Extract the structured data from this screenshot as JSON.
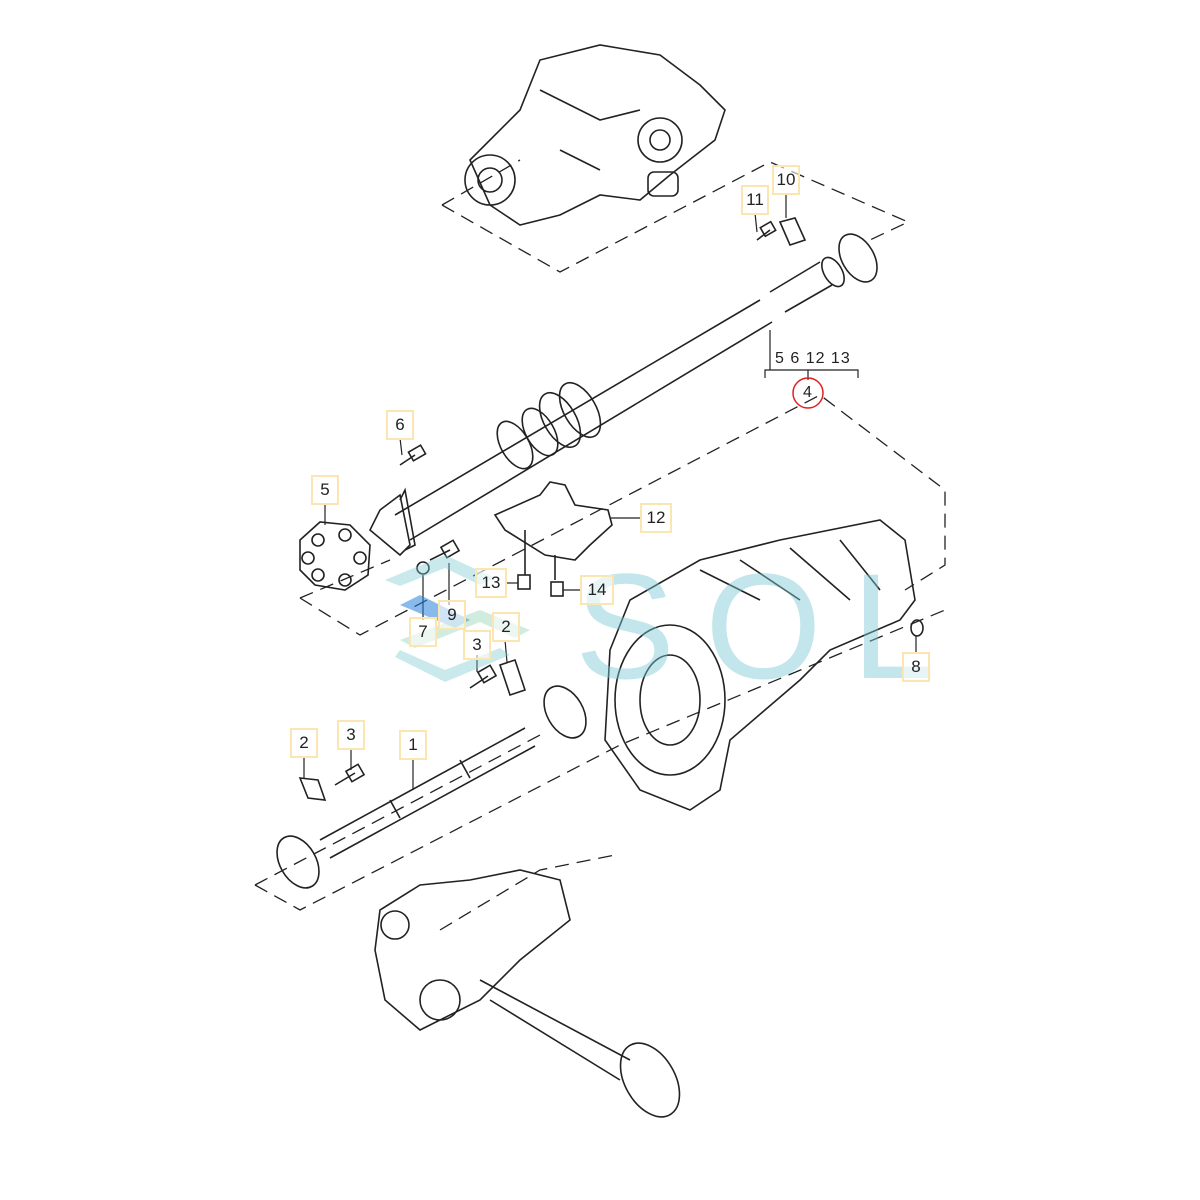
{
  "diagram": {
    "callouts": [
      "11",
      "10",
      "6",
      "5",
      "12",
      "13",
      "14",
      "9",
      "7",
      "3",
      "2",
      "8",
      "2",
      "3",
      "1"
    ],
    "group_callout": {
      "members": "5 6 12 13",
      "assembly": "4"
    },
    "watermark": "SOL",
    "colors": {
      "label_border": "#fbe6b2",
      "highlight_circle": "#e02020",
      "watermark": "#78c8d2"
    }
  }
}
